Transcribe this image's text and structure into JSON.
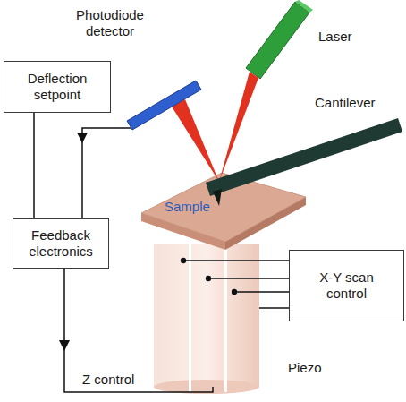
{
  "diagram": {
    "nodes": [
      {
        "text": [
          "Deflection setpoint"
        ]
      },
      {
        "text": [
          "Feedback electronics"
        ]
      },
      {
        "text": [
          "X-Y scan control"
        ]
      }
    ],
    "edges": [
      {
        "from": 0,
        "to": 1,
        "arrow": "none"
      }
    ],
    "labels": [
      "Photodiode detector",
      "Laser",
      "Cantilever",
      "Sample",
      "Piezo",
      "Z control"
    ]
  }
}
